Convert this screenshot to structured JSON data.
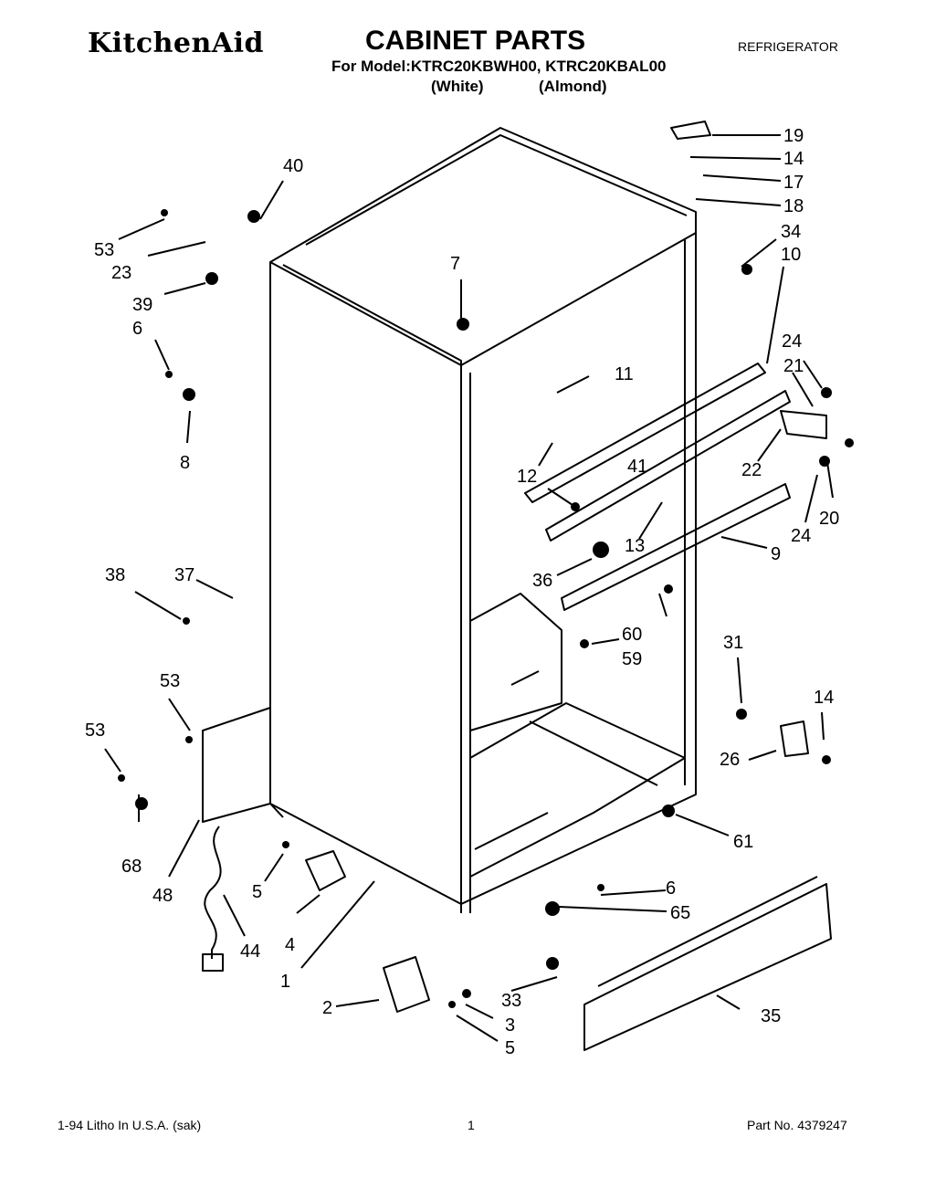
{
  "header": {
    "brand": "KitchenAid",
    "title": "CABINET PARTS",
    "category": "REFRIGERATOR",
    "model_line": "For Model:KTRC20KBWH00, KTRC20KBAL00",
    "variants": [
      "(White)",
      "(Almond)"
    ]
  },
  "callouts": [
    "19",
    "14",
    "17",
    "18",
    "34",
    "10",
    "40",
    "53",
    "23",
    "39",
    "7",
    "6",
    "8",
    "24",
    "21",
    "11",
    "12",
    "41",
    "22",
    "20",
    "24",
    "13",
    "9",
    "36",
    "38",
    "37",
    "60",
    "59",
    "31",
    "14",
    "53",
    "53",
    "26",
    "61",
    "68",
    "48",
    "5",
    "44",
    "4",
    "1",
    "6",
    "65",
    "2",
    "33",
    "3",
    "5",
    "35"
  ],
  "footer": {
    "left": "1-94  Litho In U.S.A.  (sak)",
    "page": "1",
    "part_no": "Part No. 4379247"
  }
}
